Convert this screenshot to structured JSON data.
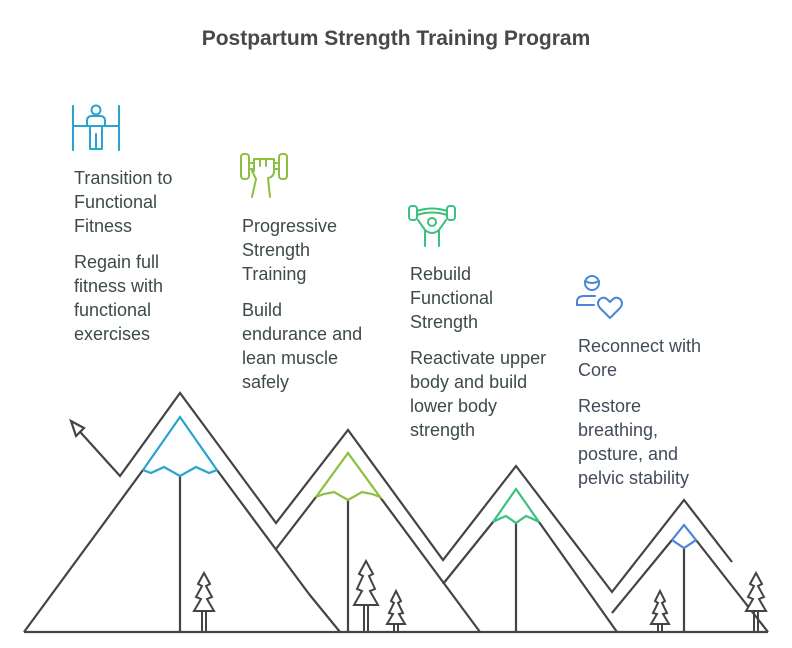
{
  "title": "Postpartum Strength Training Program",
  "colors": {
    "line": "#444444",
    "step1": "#27a4d0",
    "step2": "#8cbf3f",
    "step3": "#3cc07e",
    "step4": "#4a86d8",
    "text_dark": "#3d4a4a",
    "text_blue": "#424b5a"
  },
  "steps": [
    {
      "id": 1,
      "title": "Transition to Functional Fitness",
      "title_lines": [
        "Transition to",
        "Functional",
        "Fitness"
      ],
      "description": "Regain full fitness with functional exercises",
      "desc_lines": [
        "Regain full",
        "fitness with",
        "functional",
        "exercises"
      ],
      "icon": "pull-up-bar-person-icon",
      "color": "#27a4d0"
    },
    {
      "id": 2,
      "title": "Progressive Strength Training",
      "title_lines": [
        "Progressive",
        "Strength",
        "Training"
      ],
      "description": "Build endurance and lean muscle safely",
      "desc_lines": [
        "Build",
        "endurance and",
        "lean muscle",
        "safely"
      ],
      "icon": "dumbbell-hand-icon",
      "color": "#8cbf3f"
    },
    {
      "id": 3,
      "title": "Rebuild Functional Strength",
      "title_lines": [
        "Rebuild",
        "Functional",
        "Strength"
      ],
      "description": "Reactivate upper body and build lower body strength",
      "desc_lines": [
        "Reactivate upper",
        "body and build",
        "lower body",
        "strength"
      ],
      "icon": "weightlifter-icon",
      "color": "#3cc07e"
    },
    {
      "id": 4,
      "title": "Reconnect with Core",
      "title_lines": [
        "Reconnect with",
        "Core"
      ],
      "description": "Restore breathing, posture, and pelvic stability",
      "desc_lines": [
        "Restore",
        "breathing,",
        "posture, and",
        "pelvic stability"
      ],
      "icon": "person-heart-icon",
      "color": "#4a86d8"
    }
  ]
}
